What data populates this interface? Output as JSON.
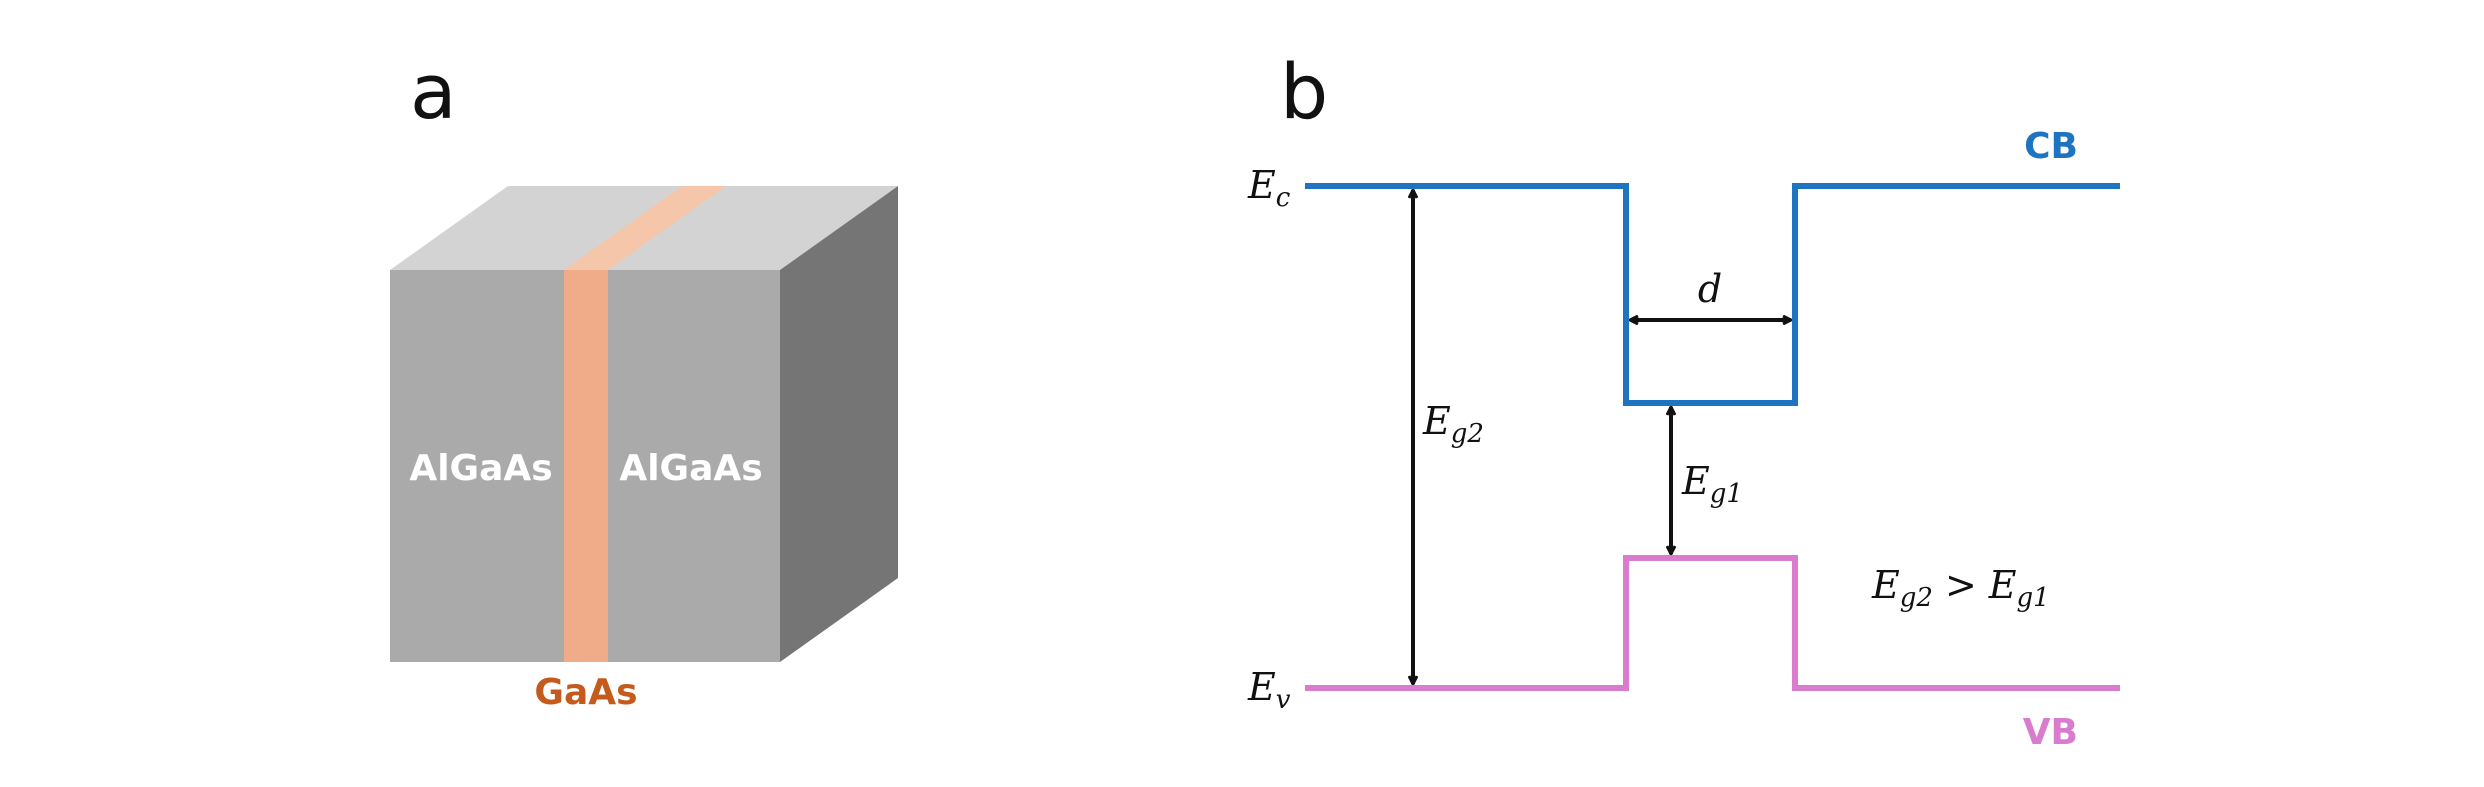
{
  "panel_a": {
    "label": "a",
    "left_layer": "AlGaAs",
    "right_layer": "AlGaAs",
    "well_layer": "GaAs",
    "colors": {
      "front_face": "#aaaaaa",
      "top_face": "#d3d3d3",
      "side_face": "#757575",
      "well_front": "#f0ac88",
      "well_top": "#f5c6aa",
      "well_label": "#c55a1d",
      "layer_label": "#ffffff"
    }
  },
  "panel_b": {
    "label": "b",
    "conduction_band": {
      "tag": "CB",
      "symbol": "E",
      "subscript": "c",
      "color": "#1f74c1"
    },
    "valence_band": {
      "tag": "VB",
      "symbol": "E",
      "subscript": "v",
      "color": "#d97ccd"
    },
    "well_width": {
      "symbol": "d"
    },
    "barrier_gap": {
      "symbol": "E",
      "subscript": "g2"
    },
    "well_gap": {
      "symbol": "E",
      "subscript": "g1"
    },
    "relation": {
      "lhs": "E",
      "lhs_sub": "g2",
      "operator": ">",
      "rhs": "E",
      "rhs_sub": "g1"
    }
  }
}
